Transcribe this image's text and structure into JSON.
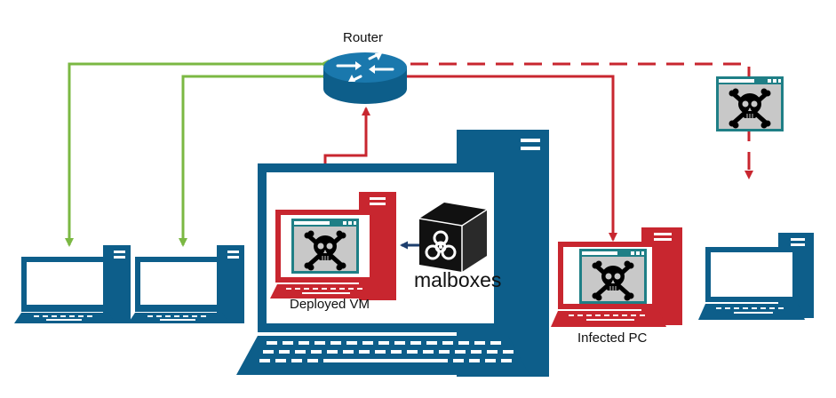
{
  "labels": {
    "router": "Router",
    "deployed_vm": "Deployed VM",
    "malboxes": "malboxes",
    "infected_pc": "Infected PC"
  },
  "colors": {
    "network_blue": "#0d5e8a",
    "infected_red": "#c8262f",
    "clean_link_green": "#7bb843",
    "malware_window_teal": "#1f7f86",
    "skull_bg_gray": "#c8c8c8",
    "box_black": "#111111"
  },
  "icons": {
    "router": "router-icon",
    "malware": "skull-crossbones-window-icon",
    "malboxes": "biohazard-box-icon"
  }
}
